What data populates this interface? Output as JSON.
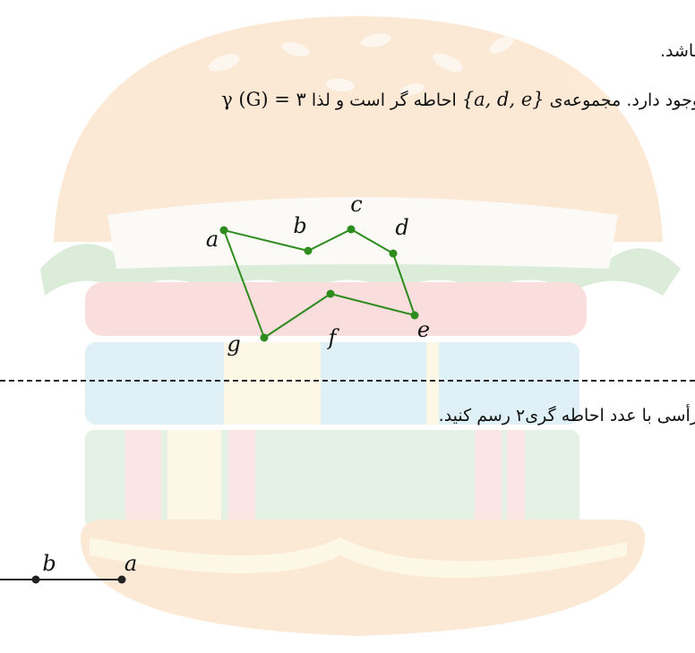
{
  "watermark": {
    "icon": "hamburger-icon"
  },
  "text": {
    "line1": "باشد.",
    "line2_prefix": "وجود دارد. مجموعه‌ی",
    "line2_set": "{a, d, e}",
    "line2_mid": "احاطه گر است و لذا",
    "line2_formula": "γ (G) = ۳",
    "line3": "رأسی با عدد احاطه گری۲ رسم کنید."
  },
  "graph1": {
    "edge_color": "#2e8b1e",
    "vertices": [
      "a",
      "b",
      "c",
      "d",
      "e",
      "f",
      "g"
    ],
    "edges": [
      [
        "a",
        "b"
      ],
      [
        "b",
        "c"
      ],
      [
        "c",
        "d"
      ],
      [
        "d",
        "e"
      ],
      [
        "e",
        "f"
      ],
      [
        "f",
        "g"
      ],
      [
        "g",
        "a"
      ]
    ]
  },
  "graph2": {
    "edge_color": "#222222",
    "vertices": [
      "b",
      "a"
    ]
  }
}
